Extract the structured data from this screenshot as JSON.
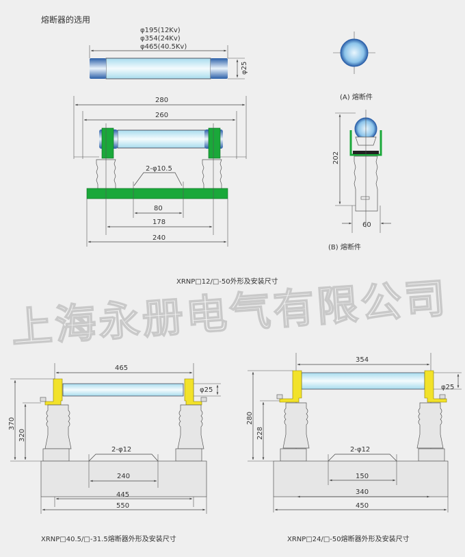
{
  "title": "熔断器的选用",
  "fuse_element": {
    "lengths": [
      "φ195(12Kv)",
      "φ354(24Kv)",
      "φ465(40.5Kv)"
    ],
    "diameter": "φ25",
    "label_a": "(A) 熔断件",
    "label_b": "(B) 熔断件",
    "height_b": "202",
    "width_b": "60"
  },
  "drawing_12kv": {
    "dims": {
      "overall": "280",
      "inner": "260",
      "holes": "2-φ10.5",
      "hole_spacing": "80",
      "insulator_spacing": "178",
      "base": "240"
    },
    "caption": "XRNP□12/□-50外形及安装尺寸"
  },
  "drawing_40kv": {
    "dims": {
      "fuse_length": "465",
      "diameter": "φ25",
      "height": "370",
      "mount_height": "320",
      "holes": "2-φ12",
      "hole_spacing": "240",
      "insulator_spacing": "445",
      "base": "550"
    },
    "caption": "XRNP□40.5/□-31.5熔断器外形及安装尺寸"
  },
  "drawing_24kv": {
    "dims": {
      "fuse_length": "354",
      "diameter": "φ25",
      "height": "280",
      "mount_height": "228",
      "holes": "2-φ12",
      "hole_spacing": "150",
      "insulator_spacing": "340",
      "base": "450"
    },
    "caption": "XRNP□24/□-50熔断器外形及安装尺寸"
  },
  "watermark": "上海永册电气有限公司",
  "colors": {
    "green": "#1aa83a",
    "yellow": "#f2e22a",
    "blue": "#2f6fb5",
    "tube": "#d8f1f8"
  }
}
